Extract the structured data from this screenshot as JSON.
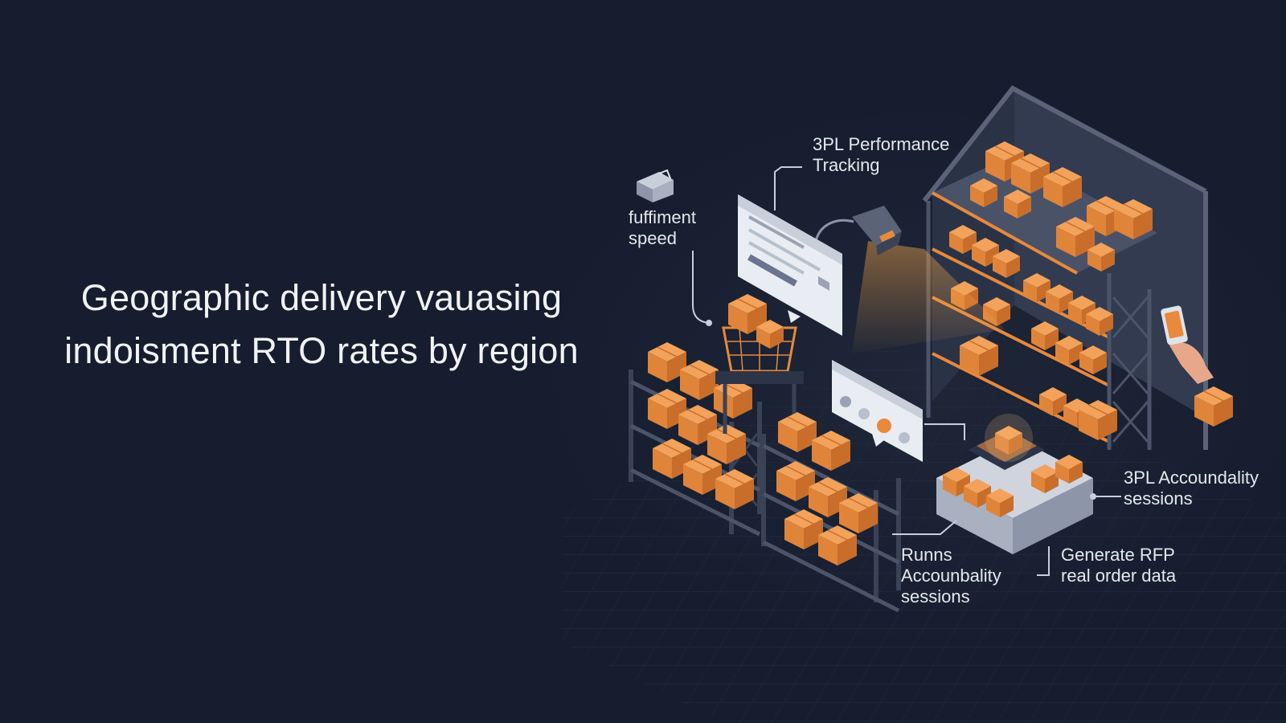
{
  "headline": {
    "line1": "Geographic delivery vauasing",
    "line2": "indoisment RTO rates by region"
  },
  "callouts": {
    "fulfilment_speed": {
      "line1": "fuffiment",
      "line2": "speed"
    },
    "performance_tracking": {
      "line1": "3PL Performance",
      "line2": "Tracking"
    },
    "accountability_sessions": {
      "line1": "3PL Accoundality",
      "line2": "sessions"
    },
    "runs_accountability": {
      "line1": "Runns",
      "line2": "Accounbality",
      "line3": "sessions"
    },
    "generate_rfp": {
      "line1": "Generate RFP",
      "line2": "real order data"
    }
  },
  "colors": {
    "background": "#161d2e",
    "box_orange": "#e8893c",
    "shelf_steel": "#3a4256",
    "text": "#e6e8ee"
  },
  "icons": [
    "fulfilment-icon",
    "barcode-scanner-icon",
    "smartphone-icon",
    "shopping-basket-icon"
  ]
}
